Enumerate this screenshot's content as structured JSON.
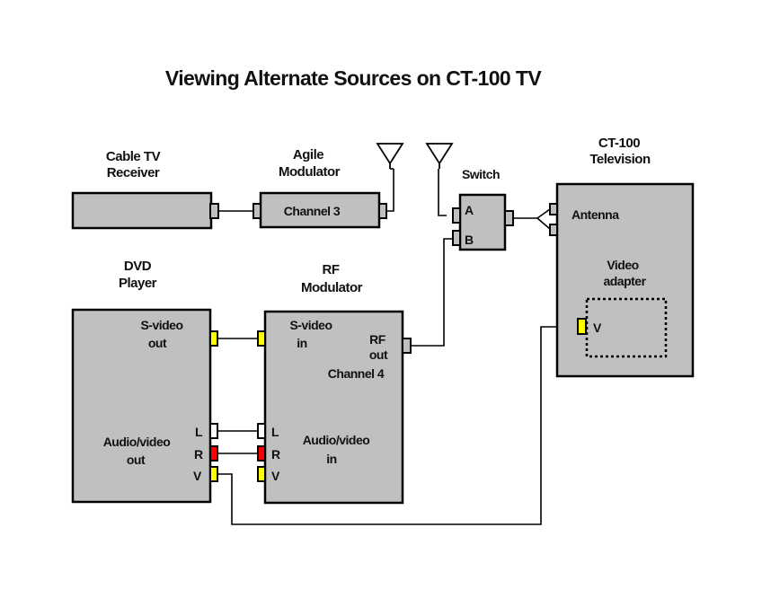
{
  "title": "Viewing Alternate Sources on CT-100 TV",
  "colors": {
    "device_fill": "#c0c0c0",
    "port_gray": "#c0c0c0",
    "port_yellow": "#ffff00",
    "port_red": "#ff0000",
    "port_white": "#ffffff",
    "line": "#000000"
  },
  "devices": {
    "cable_receiver": {
      "label_line1": "Cable TV",
      "label_line2": "Receiver"
    },
    "agile_modulator": {
      "label_line1": "Agile",
      "label_line2": "Modulator",
      "channel": "Channel 3"
    },
    "switch": {
      "label": "Switch",
      "port_a": "A",
      "port_b": "B"
    },
    "television": {
      "label_line1": "CT-100",
      "label_line2": "Television",
      "antenna_label": "Antenna",
      "adapter_line1": "Video",
      "adapter_line2": "adapter",
      "video_port": "V"
    },
    "dvd_player": {
      "label_line1": "DVD",
      "label_line2": "Player",
      "svideo_line1": "S-video",
      "svideo_line2": "out",
      "av_line1": "Audio/video",
      "av_line2": "out",
      "ports": [
        "L",
        "R",
        "V"
      ]
    },
    "rf_modulator": {
      "label_line1": "RF",
      "label_line2": "Modulator",
      "svideo_line1": "S-video",
      "svideo_line2": "in",
      "rf_line1": "RF",
      "rf_line2": "out",
      "channel": "Channel 4",
      "av_line1": "Audio/video",
      "av_line2": "in",
      "ports": [
        "L",
        "R",
        "V"
      ]
    }
  },
  "connections": [
    {
      "from": "Cable TV Receiver",
      "to": "Agile Modulator"
    },
    {
      "from": "Agile Modulator",
      "to": "Antenna"
    },
    {
      "from": "Antenna",
      "to": "Switch A"
    },
    {
      "from": "RF Modulator RF out",
      "to": "Switch B"
    },
    {
      "from": "Switch",
      "to": "CT-100 Antenna"
    },
    {
      "from": "DVD S-video out",
      "to": "RF Modulator S-video in"
    },
    {
      "from": "DVD L",
      "to": "RF Modulator L"
    },
    {
      "from": "DVD R",
      "to": "RF Modulator R"
    },
    {
      "from": "DVD V",
      "to": "CT-100 Video adapter V"
    }
  ]
}
